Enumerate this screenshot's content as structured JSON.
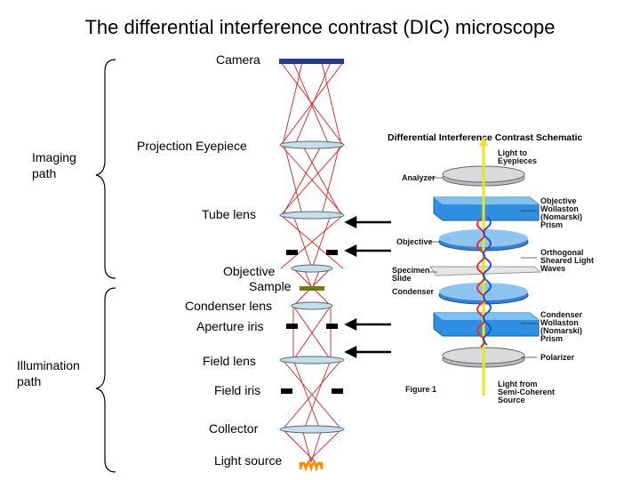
{
  "title": "The differential interference contrast (DIC) microscope",
  "groups": {
    "imaging": "Imaging path",
    "illumination": "Illumination path"
  },
  "components": {
    "camera": "Camera",
    "projection_eyepiece": "Projection Eyepiece",
    "tube_lens": "Tube lens",
    "objective": "Objective",
    "sample": "Sample",
    "condenser_lens": "Condenser lens",
    "aperture_iris": "Aperture iris",
    "field_lens": "Field lens",
    "field_iris": "Field iris",
    "collector": "Collector",
    "light_source": "Light source"
  },
  "schematic": {
    "title": "Differential Interference Contrast Schematic",
    "light_to_eyepieces": "Light to Eyepieces",
    "analyzer": "Analyzer",
    "objective_wollaston": "Objective Wollaston (Nomarski) Prism",
    "objective": "Objective",
    "orthogonal": "Orthogonal Sheared Light Waves",
    "specimen_slide": "Specimen Slide",
    "condenser": "Condenser",
    "condenser_wollaston": "Condenser Wollaston (Nomarski) Prism",
    "polarizer": "Polarizer",
    "figure": "Figure 1",
    "light_from_source": "Light from Semi-Coherent Source"
  },
  "colors": {
    "ray": "#d62020",
    "lens_fill": "#c9dde8",
    "camera": "#2a3a8c",
    "sample": "#6b7a1e",
    "lamp": "#ff8a00",
    "prism": "#2f8fe0"
  }
}
